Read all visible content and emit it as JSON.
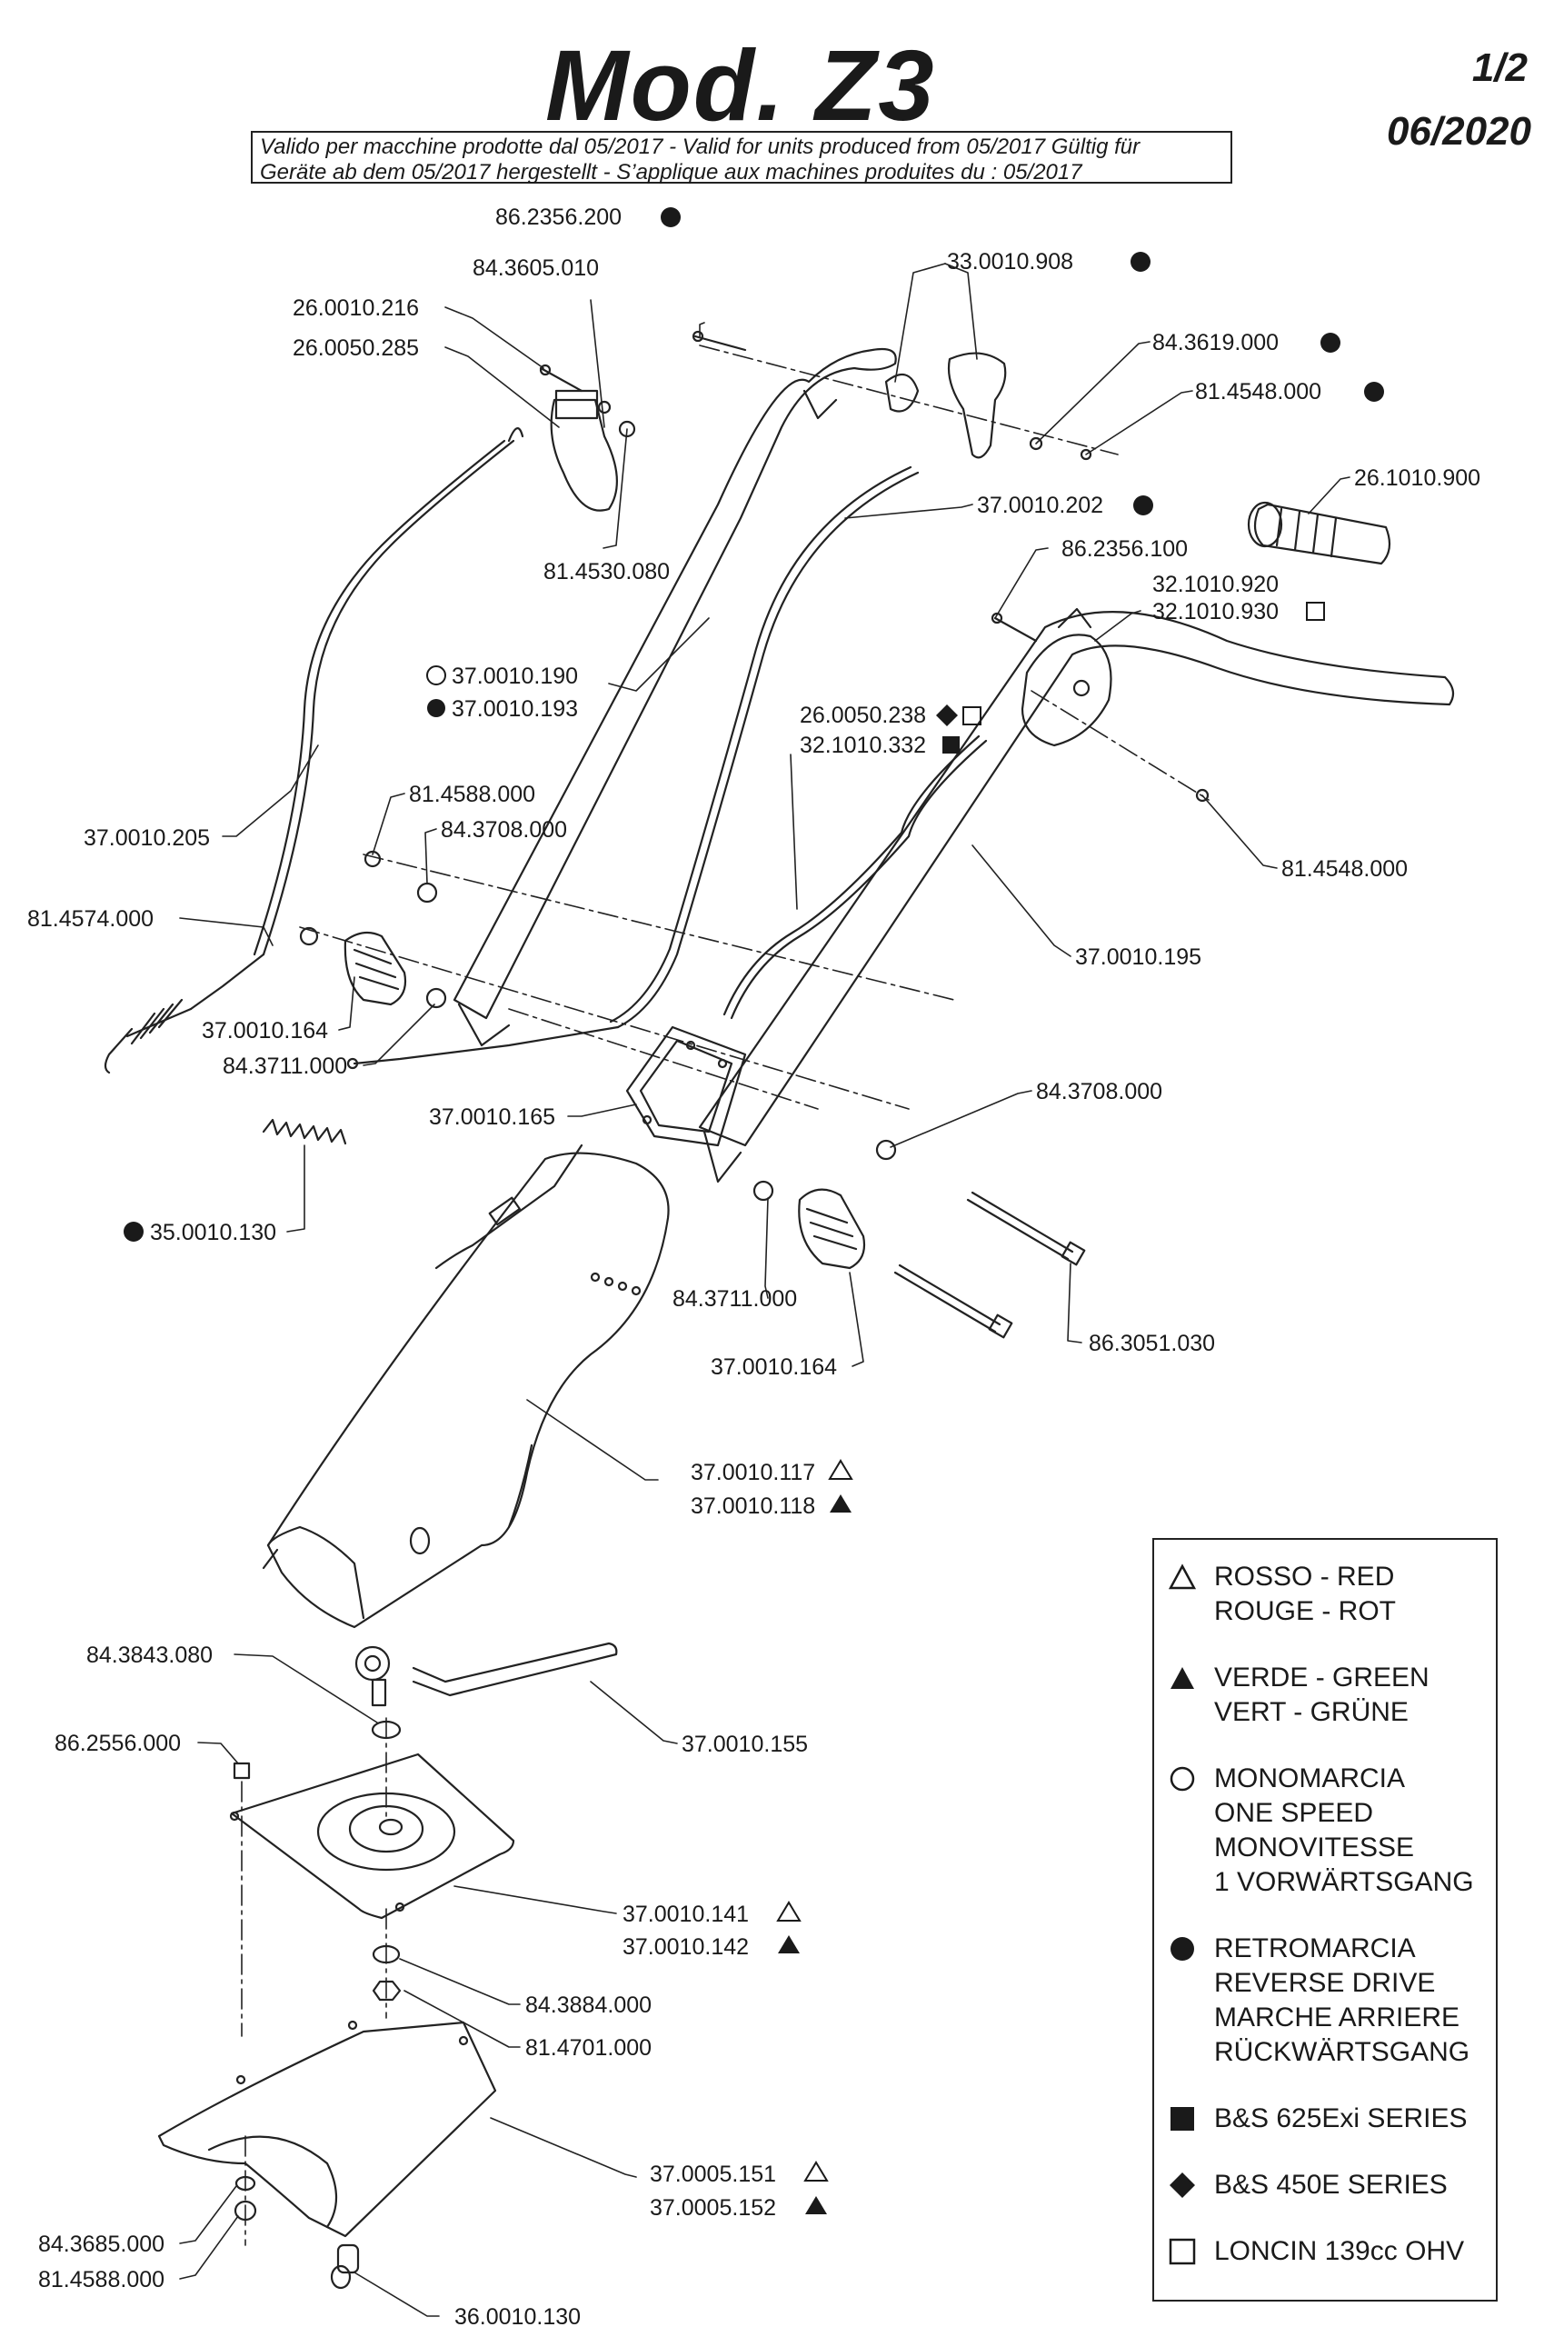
{
  "header": {
    "title": "Mod. Z3",
    "page": "1/2",
    "date": "06/2020",
    "validity_line1": "Valido per macchine prodotte dal 05/2017 - Valid for units produced from 05/2017 Gültig für",
    "validity_line2": "Geräte ab dem 05/2017 hergestellt - S’applique aux machines produites du : 05/2017"
  },
  "parts": [
    {
      "code": "86.2356.200",
      "symbol": "filled-circle"
    },
    {
      "code": "84.3605.010",
      "symbol": ""
    },
    {
      "code": "26.0010.216",
      "symbol": ""
    },
    {
      "code": "26.0050.285",
      "symbol": ""
    },
    {
      "code": "33.0010.908",
      "symbol": "filled-circle"
    },
    {
      "code": "84.3619.000",
      "symbol": "filled-circle"
    },
    {
      "code": "81.4548.000",
      "symbol": "filled-circle"
    },
    {
      "code": "26.1010.900",
      "symbol": ""
    },
    {
      "code": "81.4530.080",
      "symbol": ""
    },
    {
      "code": "37.0010.202",
      "symbol": "filled-circle"
    },
    {
      "code": "86.2356.100",
      "symbol": ""
    },
    {
      "code": "32.1010.920",
      "symbol": ""
    },
    {
      "code": "32.1010.930",
      "symbol": "open-square"
    },
    {
      "code": "37.0010.190",
      "symbol": "open-circle"
    },
    {
      "code": "37.0010.193",
      "symbol": "filled-circle"
    },
    {
      "code": "26.0050.238",
      "symbol": "diamond-square"
    },
    {
      "code": "32.1010.332",
      "symbol": "filled-square"
    },
    {
      "code": "81.4588.000",
      "symbol": ""
    },
    {
      "code": "84.3708.000",
      "symbol": ""
    },
    {
      "code": "37.0010.205",
      "symbol": ""
    },
    {
      "code": "81.4548.000",
      "symbol": ""
    },
    {
      "code": "81.4574.000",
      "symbol": ""
    },
    {
      "code": "37.0010.195",
      "symbol": ""
    },
    {
      "code": "37.0010.164",
      "symbol": ""
    },
    {
      "code": "84.3711.000",
      "symbol": ""
    },
    {
      "code": "84.3708.000",
      "symbol": ""
    },
    {
      "code": "37.0010.165",
      "symbol": ""
    },
    {
      "code": "35.0010.130",
      "symbol": "filled-circle"
    },
    {
      "code": "84.3711.000",
      "symbol": ""
    },
    {
      "code": "86.3051.030",
      "symbol": ""
    },
    {
      "code": "37.0010.164",
      "symbol": ""
    },
    {
      "code": "37.0010.117",
      "symbol": "open-triangle"
    },
    {
      "code": "37.0010.118",
      "symbol": "filled-triangle"
    },
    {
      "code": "84.3843.080",
      "symbol": ""
    },
    {
      "code": "37.0010.155",
      "symbol": ""
    },
    {
      "code": "86.2556.000",
      "symbol": ""
    },
    {
      "code": "37.0010.141",
      "symbol": "open-triangle"
    },
    {
      "code": "37.0010.142",
      "symbol": "filled-triangle"
    },
    {
      "code": "84.3884.000",
      "symbol": ""
    },
    {
      "code": "81.4701.000",
      "symbol": ""
    },
    {
      "code": "37.0005.151",
      "symbol": "open-triangle"
    },
    {
      "code": "37.0005.152",
      "symbol": "filled-triangle"
    },
    {
      "code": "84.3685.000",
      "symbol": ""
    },
    {
      "code": "81.4588.000",
      "symbol": ""
    },
    {
      "code": "36.0010.130",
      "symbol": ""
    }
  ],
  "legend": [
    {
      "symbol": "open-triangle",
      "lines": [
        "ROSSO - RED",
        "ROUGE - ROT"
      ]
    },
    {
      "symbol": "filled-triangle",
      "lines": [
        "VERDE - GREEN",
        "VERT - GRÜNE"
      ]
    },
    {
      "symbol": "open-circle",
      "lines": [
        "MONOMARCIA",
        "ONE SPEED",
        "MONOVITESSE",
        "1 VORWÄRTSGANG"
      ]
    },
    {
      "symbol": "filled-circle",
      "lines": [
        "RETROMARCIA",
        "REVERSE DRIVE",
        "MARCHE ARRIERE",
        "RÜCKWÄRTSGANG"
      ]
    },
    {
      "symbol": "filled-square",
      "lines": [
        "B&S 625Exi SERIES"
      ]
    },
    {
      "symbol": "filled-diamond",
      "lines": [
        "B&S 450E SERIES"
      ]
    },
    {
      "symbol": "open-square",
      "lines": [
        "LONCIN 139cc OHV"
      ]
    }
  ]
}
